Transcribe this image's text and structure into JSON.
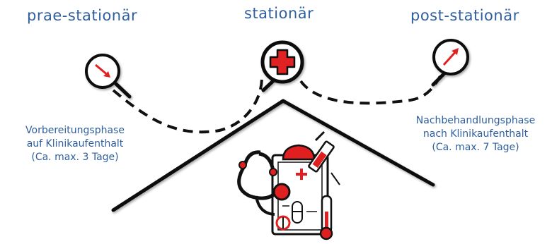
{
  "phases": [
    {
      "title": "prae-stationär",
      "description_lines": [
        "Vorbereitungsphase",
        "auf Klinikaufenthalt",
        "(Ca. max. 3 Tage)"
      ],
      "icon": "arrow-down-right-icon"
    },
    {
      "title": "stationär",
      "description_lines": [],
      "icon": "medical-cross-icon"
    },
    {
      "title": "post-stationär",
      "description_lines": [
        "Nachbehandlungsphase",
        "nach Klinikaufenthalt",
        "(Ca. max. 7 Tage)"
      ],
      "icon": "arrow-up-right-icon"
    }
  ],
  "illustration": "medical-equipment-icon",
  "colors": {
    "text": "#2f5f9e",
    "accent": "#e02020",
    "line": "#111111"
  }
}
